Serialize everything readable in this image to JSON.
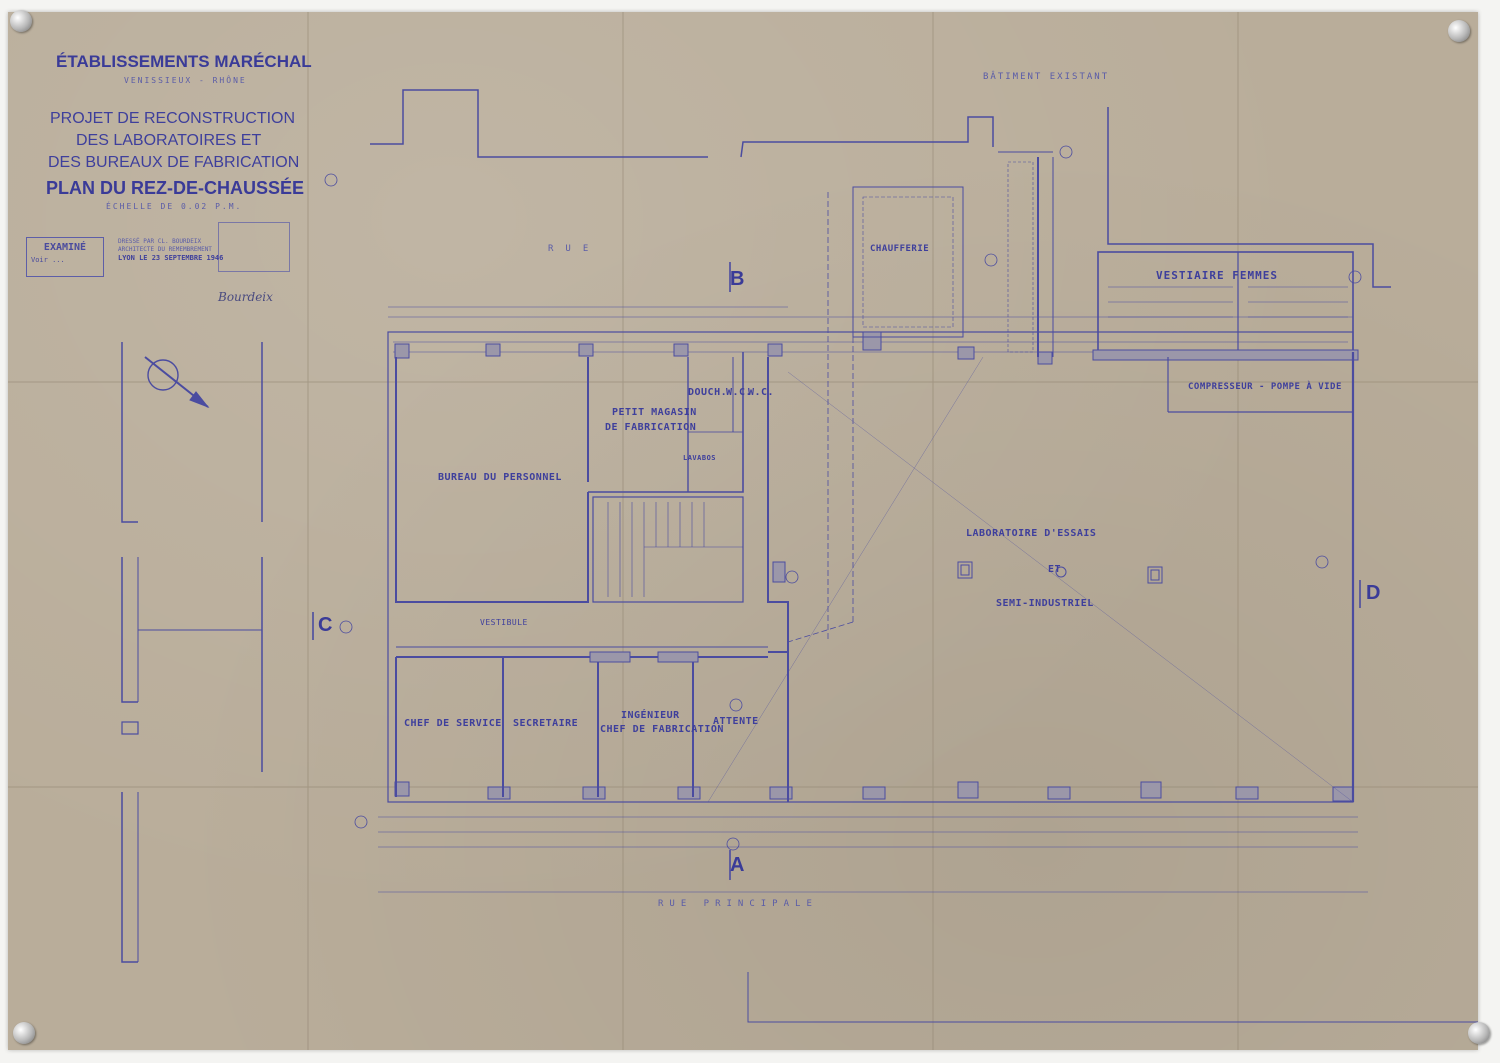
{
  "title_block": {
    "company": "ÉTABLISSEMENTS MARÉCHAL",
    "location": "VENISSIEUX - RHÔNE",
    "project_line1": "PROJET DE RECONSTRUCTION",
    "project_line2": "DES LABORATOIRES ET",
    "project_line3": "DES BUREAUX DE FABRICATION",
    "plan_title": "PLAN DU REZ-DE-CHAUSSÉE",
    "scale": "ÉCHELLE DE 0.02 P.M.",
    "stamp_examined": "EXAMINÉ",
    "stamp_examined_sub": "Voir ...",
    "drawn_by": "DRESSÉ PAR CL. BOURDEIX",
    "drawn_by_sub": "ARCHITECTE DU REMEMBREMENT",
    "place_date": "LYON LE 23 SEPTEMBRE 1946",
    "signature": "Bourdeix"
  },
  "street_labels": {
    "top": "RUE",
    "bottom": "RUE PRINCIPALE",
    "existing_building": "BÂTIMENT EXISTANT"
  },
  "rooms": {
    "bureau_personnel": "BUREAU DU PERSONNEL",
    "petit_magasin_1": "PETIT MAGASIN",
    "petit_magasin_2": "DE FABRICATION",
    "douche": "DOUCH.",
    "wc1": "W.C.",
    "wc2": "W.C.",
    "lavabos": "LAVABOS",
    "vestibule": "VESTIBULE",
    "chef_service": "CHEF DE SERVICE",
    "secretaire": "SECRETAIRE",
    "ingenieur_1": "INGÉNIEUR",
    "ingenieur_2": "CHEF DE FABRICATION",
    "attente": "ATTENTE",
    "chaufferie": "CHAUFFERIE",
    "vestiaire_femmes": "VESTIAIRE FEMMES",
    "compresseur": "COMPRESSEUR - POMPE À VIDE",
    "labo_1": "LABORATOIRE D'ESSAIS",
    "labo_2": "ET",
    "labo_3": "SEMI-INDUSTRIEL"
  },
  "sections": {
    "A": "A",
    "B": "B",
    "C": "C",
    "D": "D"
  },
  "colors": {
    "paper": "#b9ad9a",
    "ink": "#3e3f9c"
  }
}
